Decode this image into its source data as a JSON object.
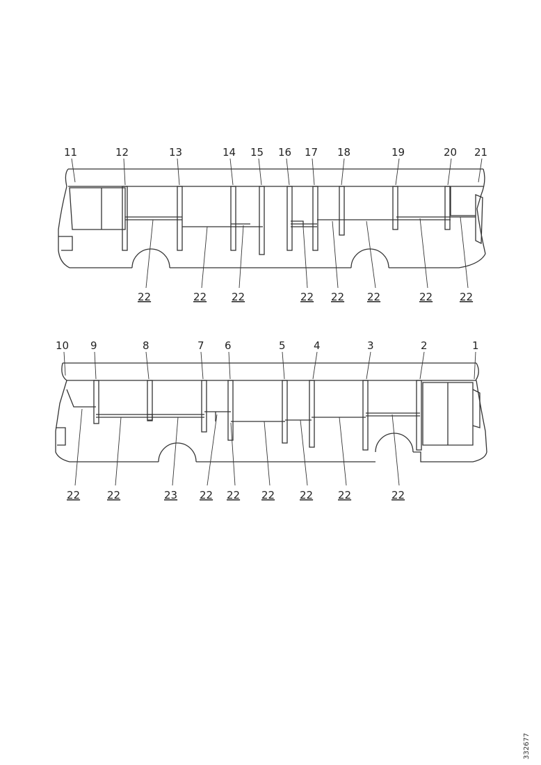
{
  "top_view": {
    "callouts": [
      "11",
      "12",
      "13",
      "14",
      "15",
      "16",
      "17",
      "18",
      "19",
      "20",
      "21"
    ],
    "bottom_labels": [
      "22",
      "22",
      "22",
      "22",
      "22",
      "22",
      "22",
      "22"
    ]
  },
  "bottom_view": {
    "callouts": [
      "10",
      "9",
      "8",
      "7",
      "6",
      "5",
      "4",
      "3",
      "2",
      "1"
    ],
    "bottom_labels": [
      "22",
      "22",
      "23",
      "22",
      "22",
      "22",
      "22",
      "22",
      "22"
    ]
  },
  "doc_id": "332677",
  "colors": {
    "line": "#333333",
    "background": "#ffffff"
  }
}
